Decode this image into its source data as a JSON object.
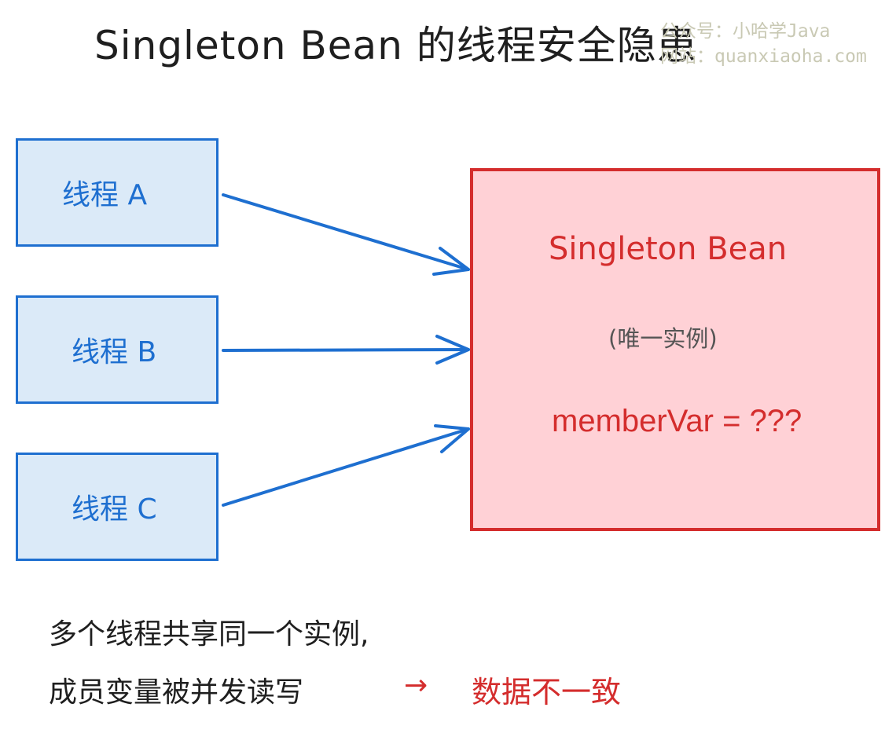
{
  "title": "Singleton Bean 的线程安全隐患",
  "watermark": {
    "line1": "公众号：小哈学Java",
    "line2": "网站：quanxiaoha.com"
  },
  "threads": [
    {
      "label": "线程 A"
    },
    {
      "label": "线程 B"
    },
    {
      "label": "线程 C"
    }
  ],
  "bean": {
    "title": "Singleton Bean",
    "subtitle": "(唯一实例)",
    "member": "memberVar = ???"
  },
  "note": {
    "line1": "多个线程共享同一个实例,",
    "line2": "成员变量被并发读写",
    "arrow": "→",
    "result": "数据不一致"
  },
  "colors": {
    "thread_border": "#1e6fd0",
    "thread_fill": "#dbeaf8",
    "bean_border": "#d42d2d",
    "bean_fill": "#ffd1d6"
  }
}
